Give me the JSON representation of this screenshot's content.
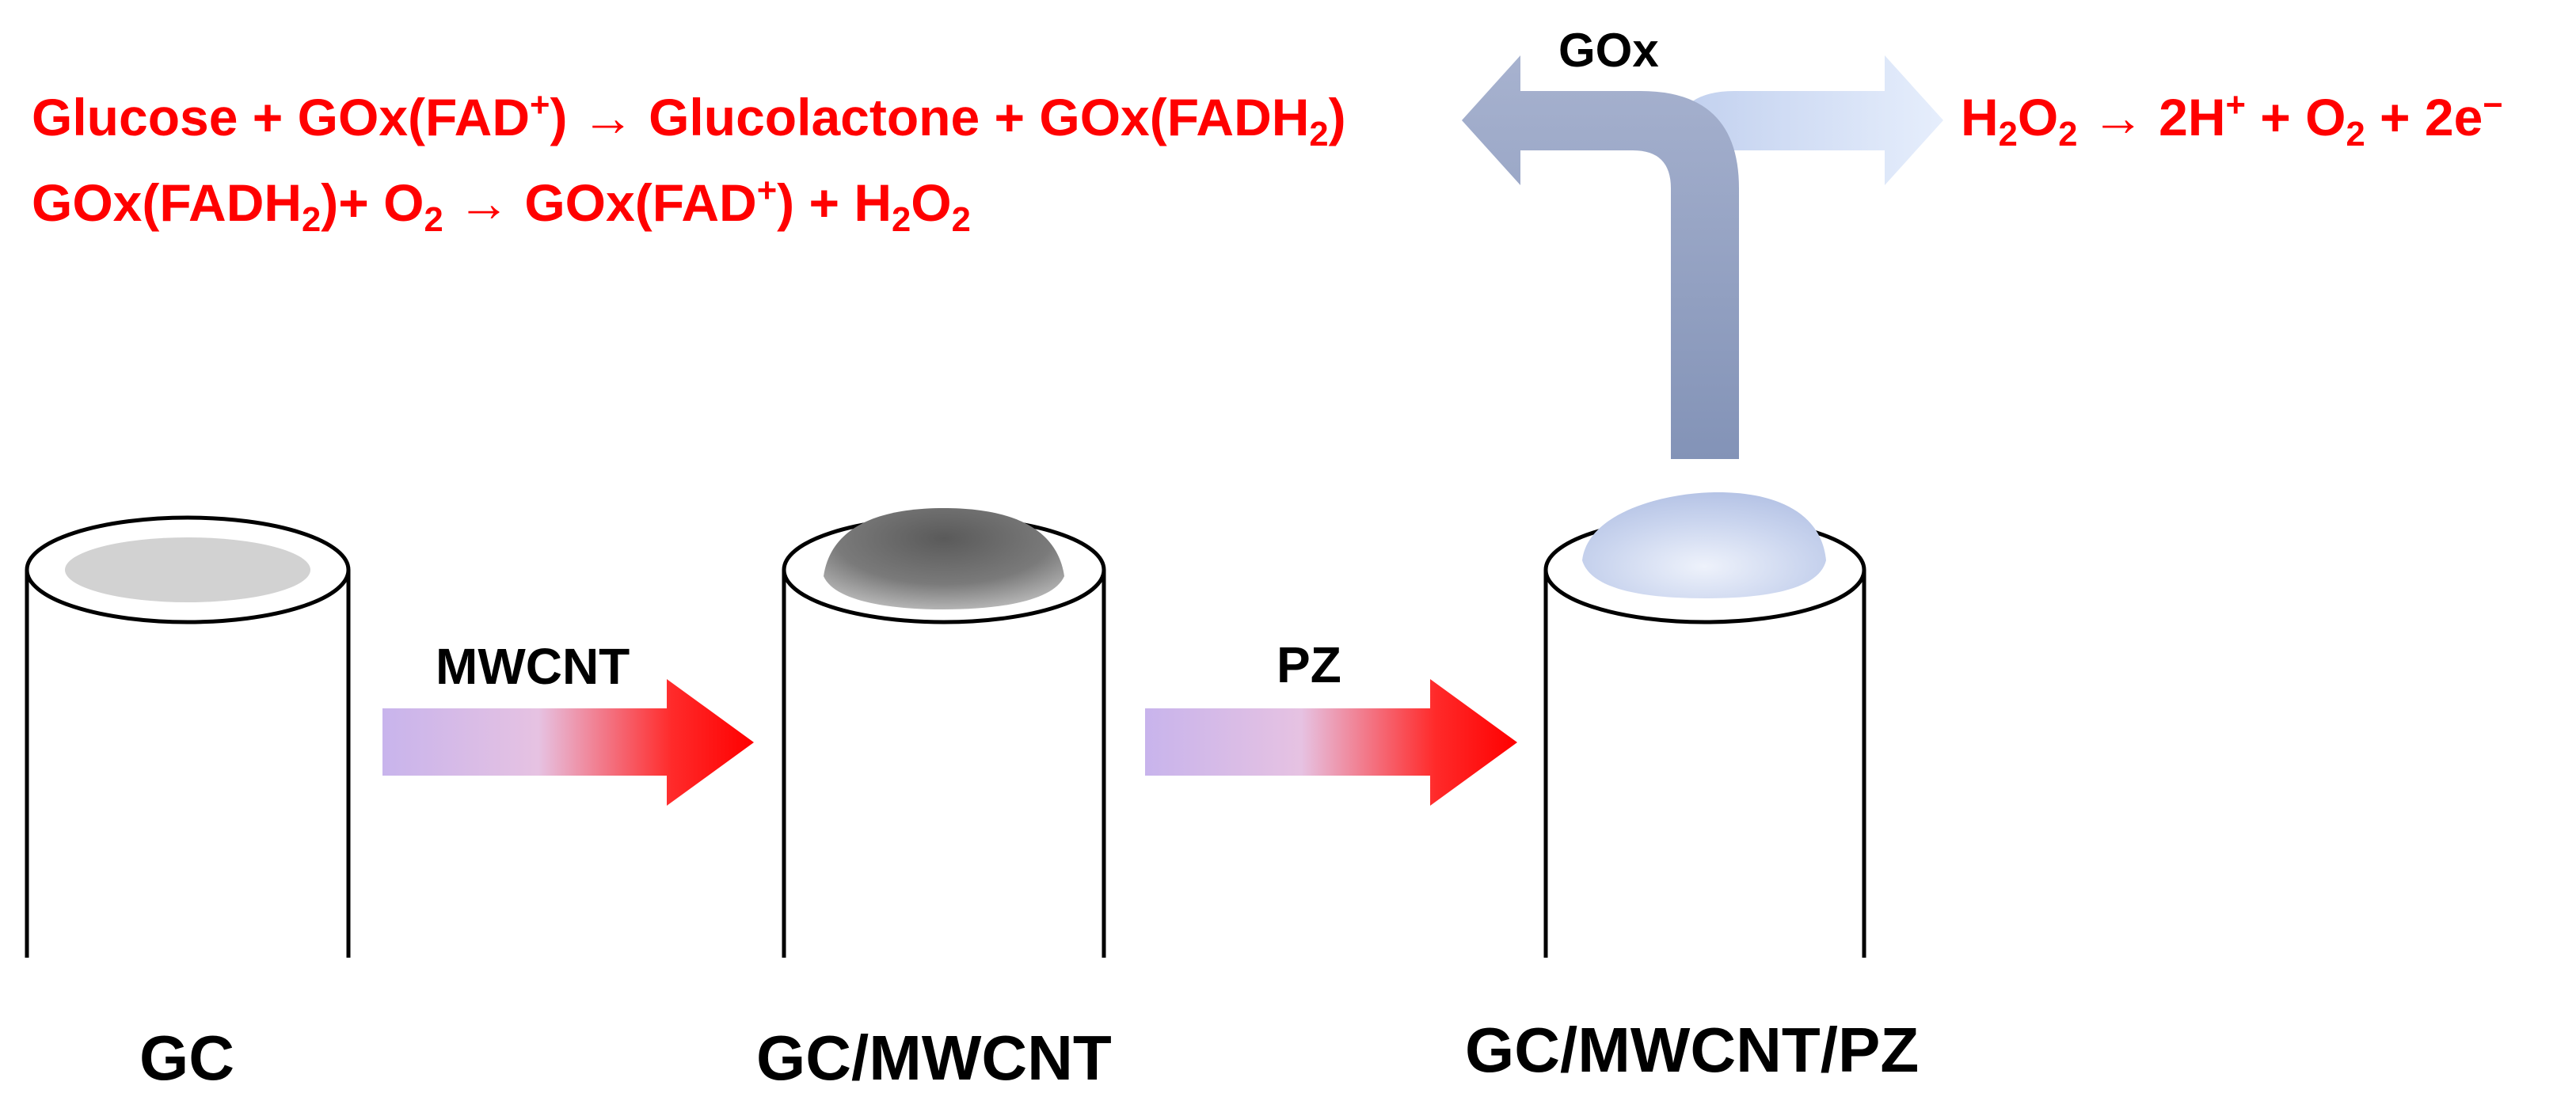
{
  "colors": {
    "equation_text": "#ff0000",
    "label_text": "#000000",
    "arrow_gradient": [
      "#c8b4ec",
      "#e6c2e2",
      "#ff2020",
      "#ff0000"
    ],
    "gox_arrow_left": "#8f9ec0",
    "gox_arrow_right": "#d8e6fa",
    "bare_gc_surface": "#d2d2d2",
    "mwcnt_layer": "#707070",
    "pz_layer": "#b6c4e6"
  },
  "equations": {
    "line1": {
      "p1": "Glucose + GOx(FAD",
      "p1_sup": "+",
      "p2": ") → Glucolactone + GOx(FADH",
      "p2_sub": "2",
      "p3": ")"
    },
    "line2": {
      "p1": "GOx(FADH",
      "p1_sub": "2",
      "p2": ")+ O",
      "p2_sub": "2",
      "p3": " → GOx(FAD",
      "p3_sup": "+",
      "p4": ") + H",
      "p4_sub": "2",
      "p5": "O",
      "p5_sub": "2"
    },
    "line3": {
      "p1": "H",
      "p1_sub": "2",
      "p2": "O",
      "p2_sub": "2",
      "p3": " → 2H",
      "p3_sup": "+",
      "p4": " + O",
      "p4_sub": "2",
      "p5": " + 2e",
      "p5_sup": "−"
    }
  },
  "labels": {
    "gox": "GOx",
    "mwcnt_step": "MWCNT",
    "pz_step": "PZ",
    "electrode1": "GC",
    "electrode2": "GC/MWCNT",
    "electrode3": "GC/MWCNT/PZ"
  },
  "icons": {
    "electrode": "cylindrical-electrode-icon",
    "step_arrow": "gradient-arrow-icon",
    "split_arrow": "t-split-arrow-icon"
  }
}
